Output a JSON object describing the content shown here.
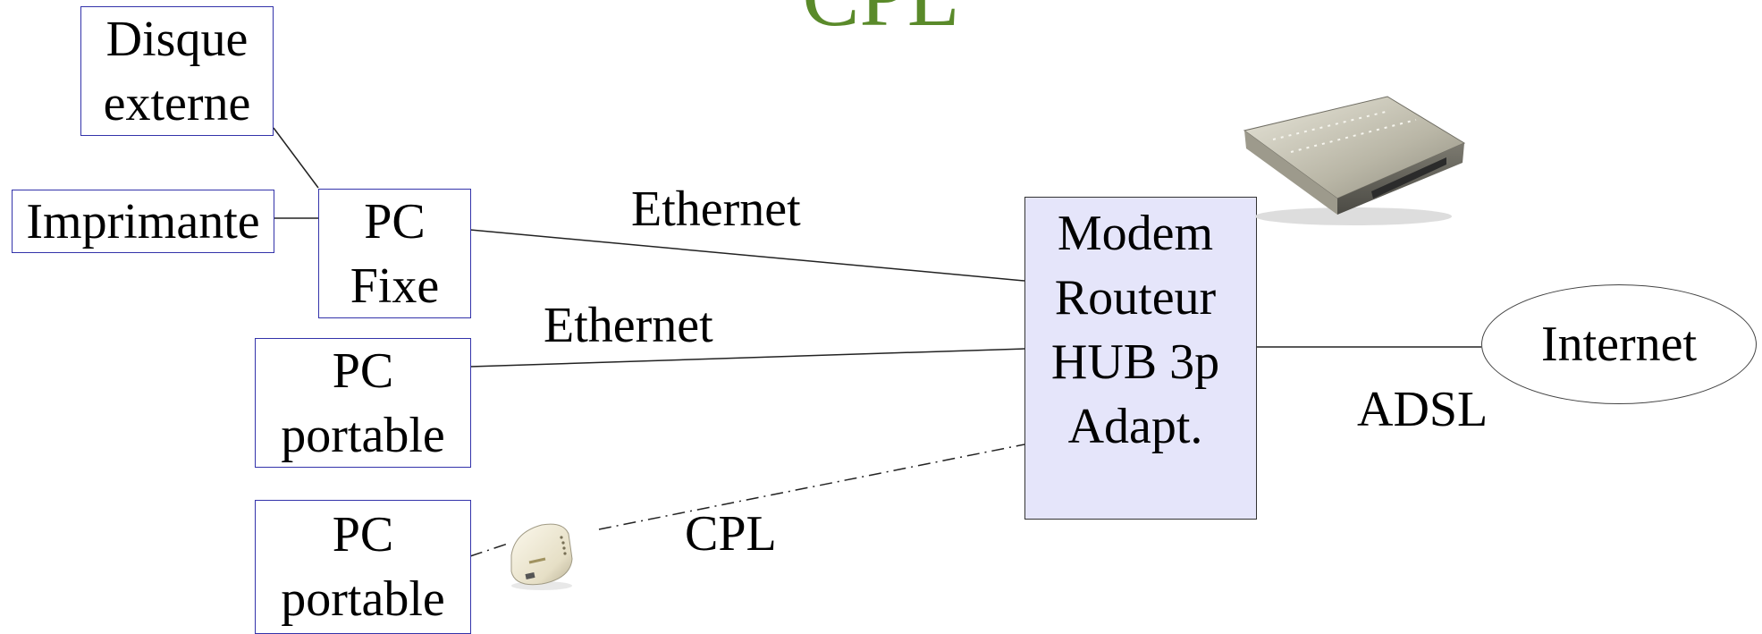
{
  "title": "CPL",
  "nodes": {
    "disque": [
      "Disque",
      "externe"
    ],
    "imprimante": "Imprimante",
    "pc_fixe": [
      "PC",
      "Fixe"
    ],
    "pc_portable_1": [
      "PC",
      "portable"
    ],
    "pc_portable_2": [
      "PC",
      "portable"
    ],
    "modem": [
      "Modem",
      "Routeur",
      "HUB 3p",
      "Adapt."
    ],
    "internet": "Internet"
  },
  "links": {
    "ethernet_1": "Ethernet",
    "ethernet_2": "Ethernet",
    "cpl": "CPL",
    "adsl": "ADSL"
  },
  "images": {
    "router": "router-icon",
    "cpl_adapter": "cpl-adapter-icon"
  },
  "colors": {
    "title": "#5a8a2a",
    "box_border": "#3333aa",
    "modem_fill": "#e5e5fa"
  }
}
